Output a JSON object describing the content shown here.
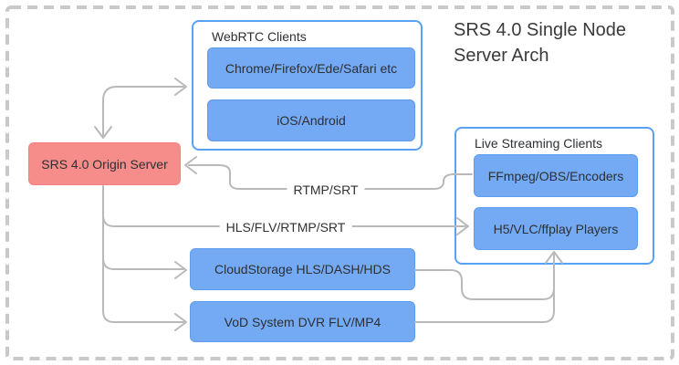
{
  "diagram_title": "SRS 4.0 Single Node\nServer Arch",
  "nodes": {
    "origin_server": {
      "label": "SRS 4.0 Origin Server"
    },
    "webrtc_group": {
      "title": "WebRTC Clients",
      "children": [
        "Chrome/Firefox/Ede/Safari etc",
        "iOS/Android"
      ]
    },
    "live_group": {
      "title": "Live Streaming Clients",
      "children": [
        "FFmpeg/OBS/Encoders",
        "H5/VLC/ffplay Players"
      ]
    },
    "cloud_storage": {
      "label": "CloudStorage HLS/DASH/HDS"
    },
    "vod_system": {
      "label": "VoD System DVR FLV/MP4"
    }
  },
  "edge_labels": {
    "rtmp": "RTMP/SRT",
    "hls": "HLS/FLV/RTMP/SRT"
  },
  "colors": {
    "node_blue": "#74aaf3",
    "group_border_blue": "#58a1f6",
    "origin_red": "#f78d8b",
    "connector_gray": "#b9b9b9",
    "dashed_border_gray": "#c9c9c9",
    "text_dark": "#333333"
  }
}
